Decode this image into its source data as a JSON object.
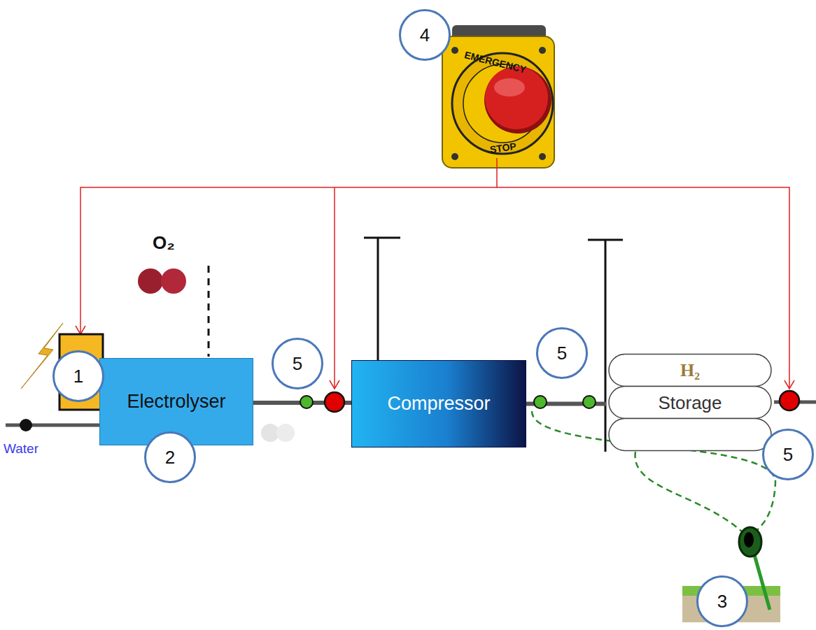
{
  "diagram": {
    "nodes": [
      {
        "text": [
          "Electrolyser"
        ]
      },
      {
        "text": [
          "Compressor"
        ]
      },
      {
        "text": [
          "H₂",
          "Storage"
        ]
      }
    ],
    "edges": [
      {
        "from": 0,
        "to": 1,
        "arrow": "none"
      },
      {
        "from": 1,
        "to": 2,
        "arrow": "none"
      }
    ],
    "labels": [
      "4",
      "EMERGENCY",
      "STOP",
      "O₂",
      "5",
      "5",
      "1",
      "2",
      "Water",
      "5",
      "3"
    ]
  }
}
